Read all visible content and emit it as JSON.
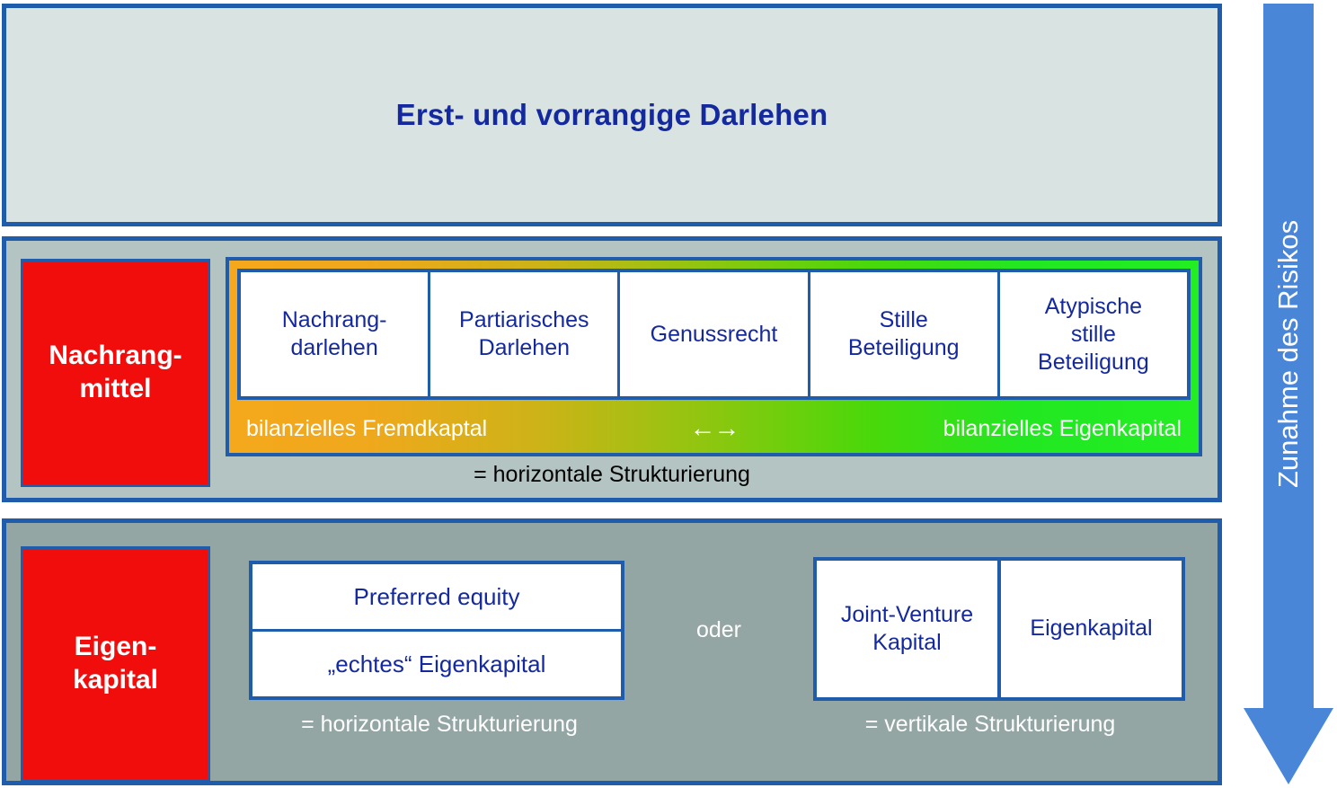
{
  "diagram": {
    "title_concept": "Kapitalstruktur Immobilienfinanzierung",
    "colors": {
      "border_blue": "#1f5cab",
      "text_blue": "#14299e",
      "red": "#f20d0d",
      "arrow_blue": "#4a86d8",
      "gradient_start": "#f5a81c",
      "gradient_end": "#22ee22",
      "panel_senior_bg": "#d9e3e1",
      "panel_mezz_bg": "#b4c4c3",
      "panel_equity_bg": "#93a6a3"
    }
  },
  "senior": {
    "title": "Erst- und vorrangige Darlehen"
  },
  "mezzanine": {
    "category_label": "Nachrang-\nmittel",
    "category_label_line1": "Nachrang-",
    "category_label_line2": "mittel",
    "instruments": [
      {
        "line1": "Nachrang-",
        "line2": "darlehen"
      },
      {
        "line1": "Partiarisches",
        "line2": "Darlehen"
      },
      {
        "line1": "Genussrecht",
        "line2": ""
      },
      {
        "line1": "Stille",
        "line2": "Beteiligung"
      },
      {
        "line1": "Atypische",
        "line2": "stille",
        "line3": "Beteiligung"
      }
    ],
    "gradient_left_label": "bilanzielles Fremdkaptal",
    "gradient_middle_label": "←→",
    "gradient_right_label": "bilanzielles Eigenkapital",
    "caption": "= horizontale Strukturierung"
  },
  "equity": {
    "category_label_line1": "Eigen-",
    "category_label_line2": "kapital",
    "horizontal_stack": [
      "Preferred equity",
      "„echtes“ Eigenkapital"
    ],
    "horizontal_caption": "= horizontale Strukturierung",
    "connector": "oder",
    "vertical_pair": [
      {
        "line1": "Joint-Venture",
        "line2": "Kapital"
      },
      {
        "line1": "Eigenkapital",
        "line2": ""
      }
    ],
    "vertical_caption": "= vertikale Strukturierung"
  },
  "risk_arrow": {
    "label": "Zunahme des Risikos",
    "direction": "down",
    "icon": "down-arrow-icon"
  }
}
